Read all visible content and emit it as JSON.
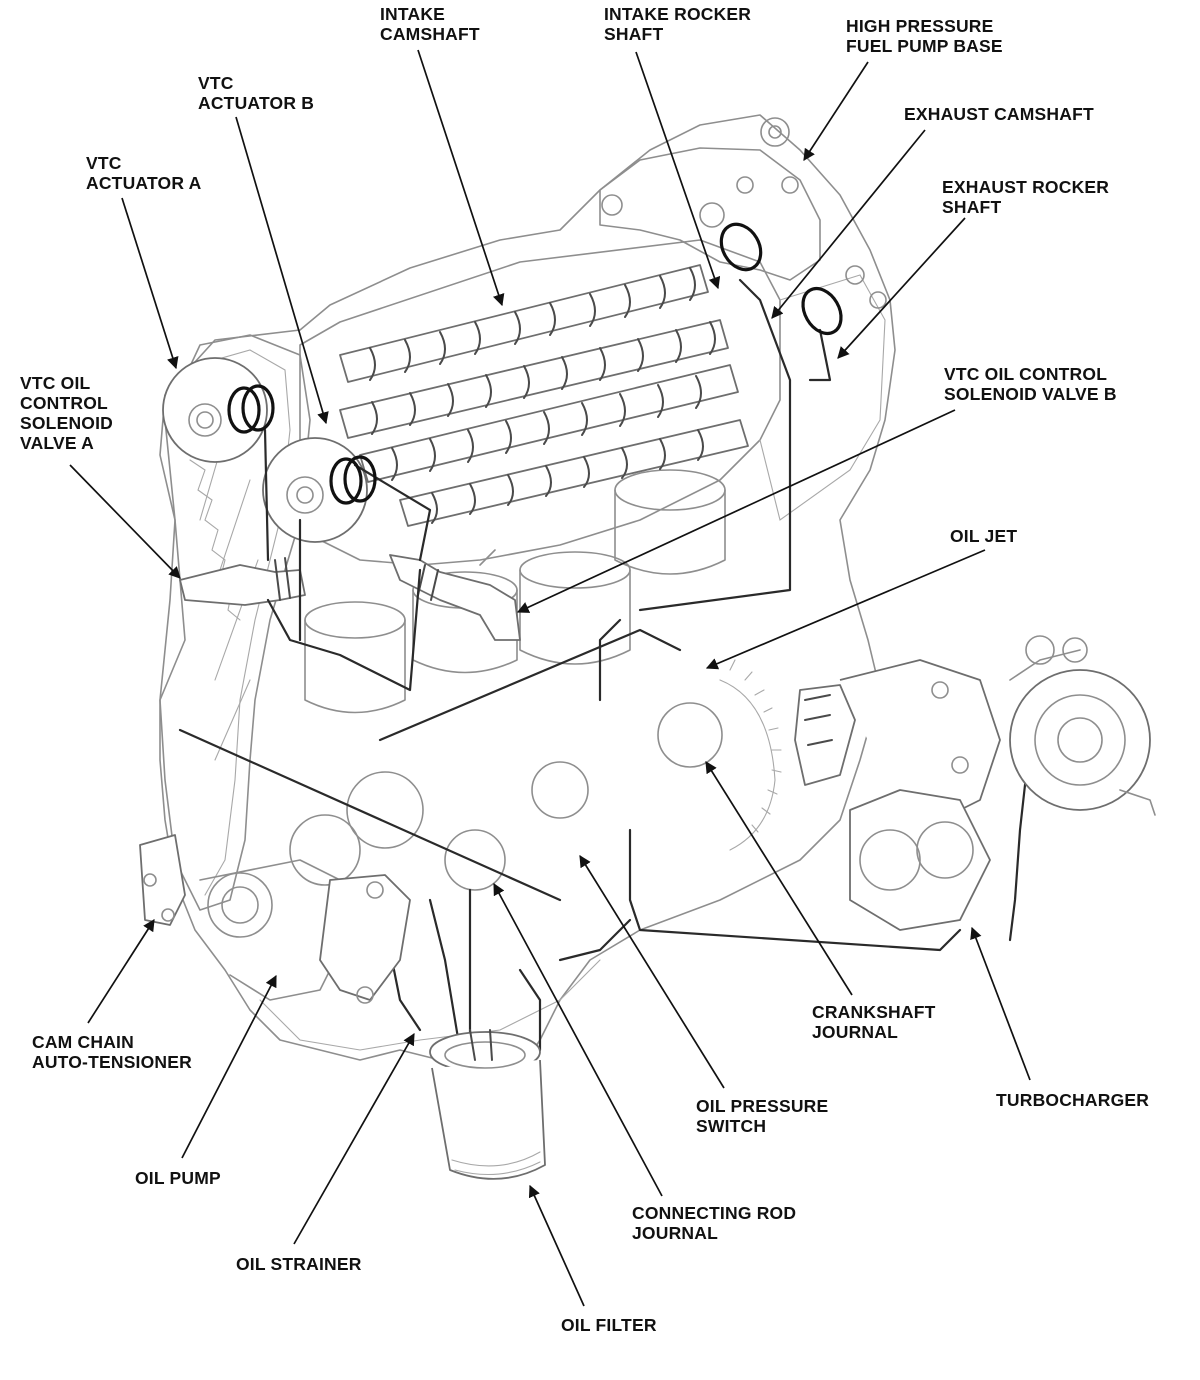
{
  "colors": {
    "background": "#ffffff",
    "label_text": "#111111",
    "leader_line": "#111111",
    "engine_outline": "#8e8e8e",
    "oil_passage": "#2a2a2a",
    "o_ring": "#111111"
  },
  "diagram": {
    "subject": "engine-lubrication-system-illustration",
    "labels": [
      {
        "id": "intake-camshaft",
        "lines": [
          "INTAKE",
          "CAMSHAFT"
        ]
      },
      {
        "id": "intake-rocker-shaft",
        "lines": [
          "INTAKE ROCKER",
          "SHAFT"
        ]
      },
      {
        "id": "high-pressure-fuel-pump-base",
        "lines": [
          "HIGH PRESSURE",
          "FUEL PUMP BASE"
        ]
      },
      {
        "id": "vtc-actuator-b",
        "lines": [
          "VTC",
          "ACTUATOR B"
        ]
      },
      {
        "id": "exhaust-camshaft",
        "lines": [
          "EXHAUST CAMSHAFT"
        ]
      },
      {
        "id": "vtc-actuator-a",
        "lines": [
          "VTC",
          "ACTUATOR A"
        ]
      },
      {
        "id": "exhaust-rocker-shaft",
        "lines": [
          "EXHAUST ROCKER",
          "SHAFT"
        ]
      },
      {
        "id": "vtc-oil-control-solenoid-valve-a",
        "lines": [
          "VTC OIL",
          "CONTROL",
          "SOLENOID",
          "VALVE A"
        ]
      },
      {
        "id": "vtc-oil-control-solenoid-valve-b",
        "lines": [
          "VTC OIL CONTROL",
          "SOLENOID VALVE B"
        ]
      },
      {
        "id": "oil-jet",
        "lines": [
          "OIL JET"
        ]
      },
      {
        "id": "cam-chain-auto-tensioner",
        "lines": [
          "CAM CHAIN",
          "AUTO-TENSIONER"
        ]
      },
      {
        "id": "crankshaft-journal",
        "lines": [
          "CRANKSHAFT",
          "JOURNAL"
        ]
      },
      {
        "id": "oil-pressure-switch",
        "lines": [
          "OIL PRESSURE",
          "SWITCH"
        ]
      },
      {
        "id": "turbocharger",
        "lines": [
          "TURBOCHARGER"
        ]
      },
      {
        "id": "oil-pump",
        "lines": [
          "OIL PUMP"
        ]
      },
      {
        "id": "connecting-rod-journal",
        "lines": [
          "CONNECTING ROD",
          "JOURNAL"
        ]
      },
      {
        "id": "oil-strainer",
        "lines": [
          "OIL STRAINER"
        ]
      },
      {
        "id": "oil-filter",
        "lines": [
          "OIL FILTER"
        ]
      }
    ]
  }
}
